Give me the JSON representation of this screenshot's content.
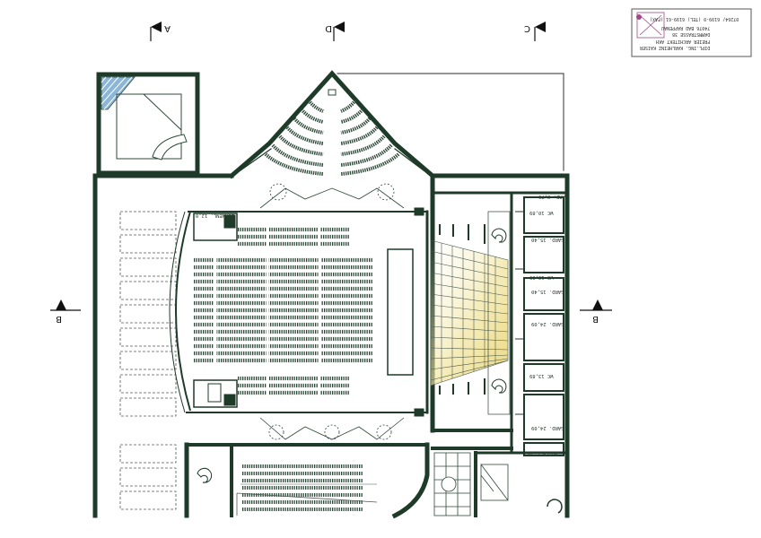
{
  "stamp": {
    "line1": "DIPL.ING. KARLHEINZ KAISER",
    "line2": "FREIER ARCHITEKT AKH",
    "line3": "DAMMSTRASSE 38",
    "line4": "74076 BAD RAPPENAU",
    "line5": "07264/ 6199-0 (TEL) 6199-61 (FAX)"
  },
  "section_markers": {
    "a": "A",
    "d": "D",
    "c": "C",
    "b_left": "B",
    "b_right": "B"
  },
  "room_labels": {
    "garderobe_1": "GARD. 8,70",
    "wc_1": "WC 10,89",
    "garderobe_2": "GARD. 15,40",
    "wc_2": "WC 13,89",
    "garderobe_3": "GARD. 15,40",
    "garderobe_4": "GARD. 24,09",
    "wc_3": "WC 13,89",
    "garderobe_5": "GARD. 24,09",
    "noten": "NOTEN 5,28",
    "buehnenlager": "BÜHNENL. 12,0"
  },
  "colors": {
    "wall": "#1e3a28",
    "line": "#2e4a38",
    "stage": "#ecdc8a",
    "glass": "#8cb6d8",
    "stamp_accent": "#a0488a"
  }
}
